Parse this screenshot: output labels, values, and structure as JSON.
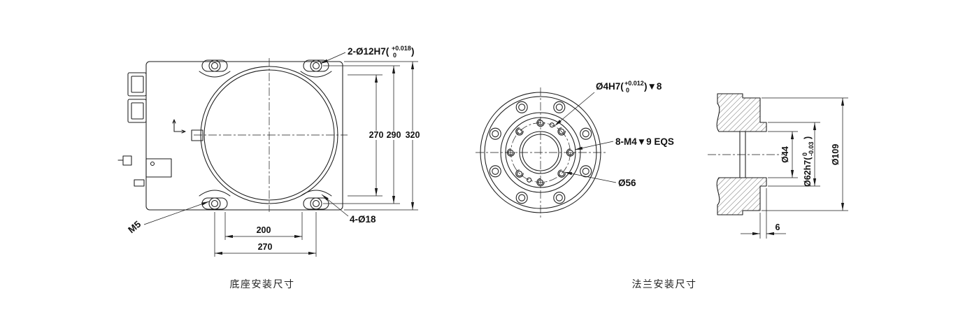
{
  "drawing": {
    "background": "#ffffff",
    "line_color": "#1a1a1a"
  },
  "base_view": {
    "caption": "底座安装尺寸",
    "dowel_label_prefix": "2-Ø12H7(",
    "dowel_label_tol_upper": "+0.018",
    "dowel_label_tol_lower": "0",
    "dowel_label_suffix": ")",
    "mount_holes_label": "4-Ø18",
    "thread_label": "M5",
    "dim_width_inner": "200",
    "dim_width_outer": "270",
    "dim_height_inner": "270",
    "dim_height_mid": "290",
    "dim_height_outer": "320"
  },
  "flange_view": {
    "caption": "法兰安装尺寸",
    "pin_label_prefix": "Ø4H7(",
    "pin_label_tol_upper": "+0.012",
    "pin_label_tol_lower": "0",
    "pin_label_suffix": ")▼8",
    "thread_label": "8-M4▼9 EQS",
    "bolt_circle_label": "Ø56"
  },
  "section_view": {
    "dim_bore": "Ø44",
    "dim_boss_prefix": "Ø62h7(",
    "dim_boss_tol_upper": "0",
    "dim_boss_tol_lower": "-0.03",
    "dim_boss_suffix": ")",
    "dim_flange": "Ø109",
    "dim_boss_length": "6"
  }
}
